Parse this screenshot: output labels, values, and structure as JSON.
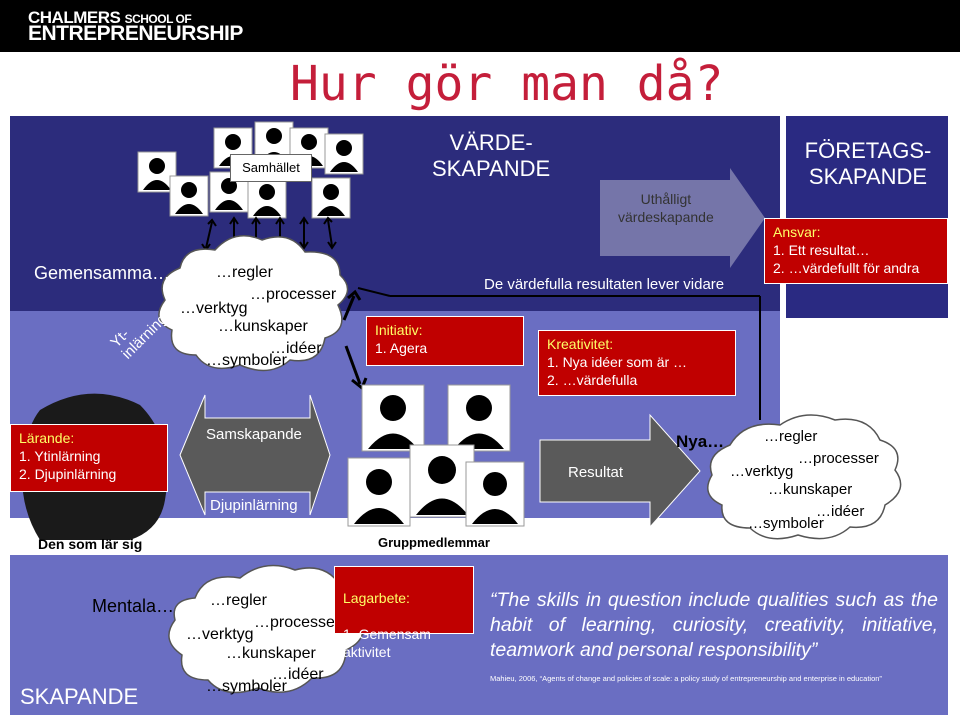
{
  "header": {
    "logo_line1_main": "CHALMERS",
    "logo_line1_small": "SCHOOL OF",
    "logo_line2": "ENTREPRENEURSHIP",
    "title": "Hur gör man då?"
  },
  "top_section": {
    "label_samhallet": "Samhället",
    "label_varde": "VÄRDE-\nSKAPANDE",
    "label_gemensamma": "Gemensamma…",
    "label_ytinlarning": "Yt-\ninlärning",
    "label_uthalligt": "Uthålligt\nvärdeskapande",
    "label_resultat_lever": "De värdefulla resultaten lever vidare",
    "cloud_items": [
      "…regler",
      "…processer",
      "…verktyg",
      "…kunskaper",
      "…idéer",
      "…symboler"
    ],
    "initiativ": {
      "head": "Initiativ:",
      "item": "1. Agera"
    },
    "kreativitet": {
      "head": "Kreativitet:",
      "items": [
        "1. Nya idéer som är …",
        "2. …värdefulla"
      ]
    }
  },
  "right_section": {
    "title": "FÖRETAGS-\nSKAPANDE",
    "ansvar_head": "Ansvar:",
    "ansvar_items": [
      "1. Ett resultat…",
      "2. …värdefullt för andra"
    ]
  },
  "middle_section": {
    "larande_head": "Lärande:",
    "larande_items": [
      "1. Ytinlärning",
      "2. Djupinlärning"
    ],
    "den_som_lar": "Den som lär sig",
    "samskapande": "Samskapande",
    "djupinlarning": "Djupinlärning",
    "gruppmedlemmar": "Gruppmedlemmar",
    "resultat": "Resultat",
    "nya": "Nya…",
    "cloud_items": [
      "…regler",
      "…processer",
      "…verktyg",
      "…kunskaper",
      "…idéer",
      "…symboler"
    ]
  },
  "bottom_section": {
    "mentala": "Mentala…",
    "skapande": "SKAPANDE",
    "cloud_items": [
      "…regler",
      "…processer",
      "…verktyg",
      "…kunskaper",
      "…idéer",
      "…symboler"
    ],
    "lagarbete": {
      "head": "Lagarbete:",
      "item": "1. Gemensam\n    aktivitet"
    },
    "quote": "The skills in question include qualities such as the habit of learning, curiosity, creativity, initiative, teamwork and personal responsibility",
    "citation": "Mahieu, 2006, “Agents of change and policies of scale: a policy study of entrepreneurship and enterprise in education”"
  },
  "colors": {
    "title_red": "#c41e3a",
    "dark_navy": "#2c2c7c",
    "mid_blue": "#6a6ec2",
    "box_red": "#c00000",
    "box_heading_yellow": "#ffff66"
  }
}
